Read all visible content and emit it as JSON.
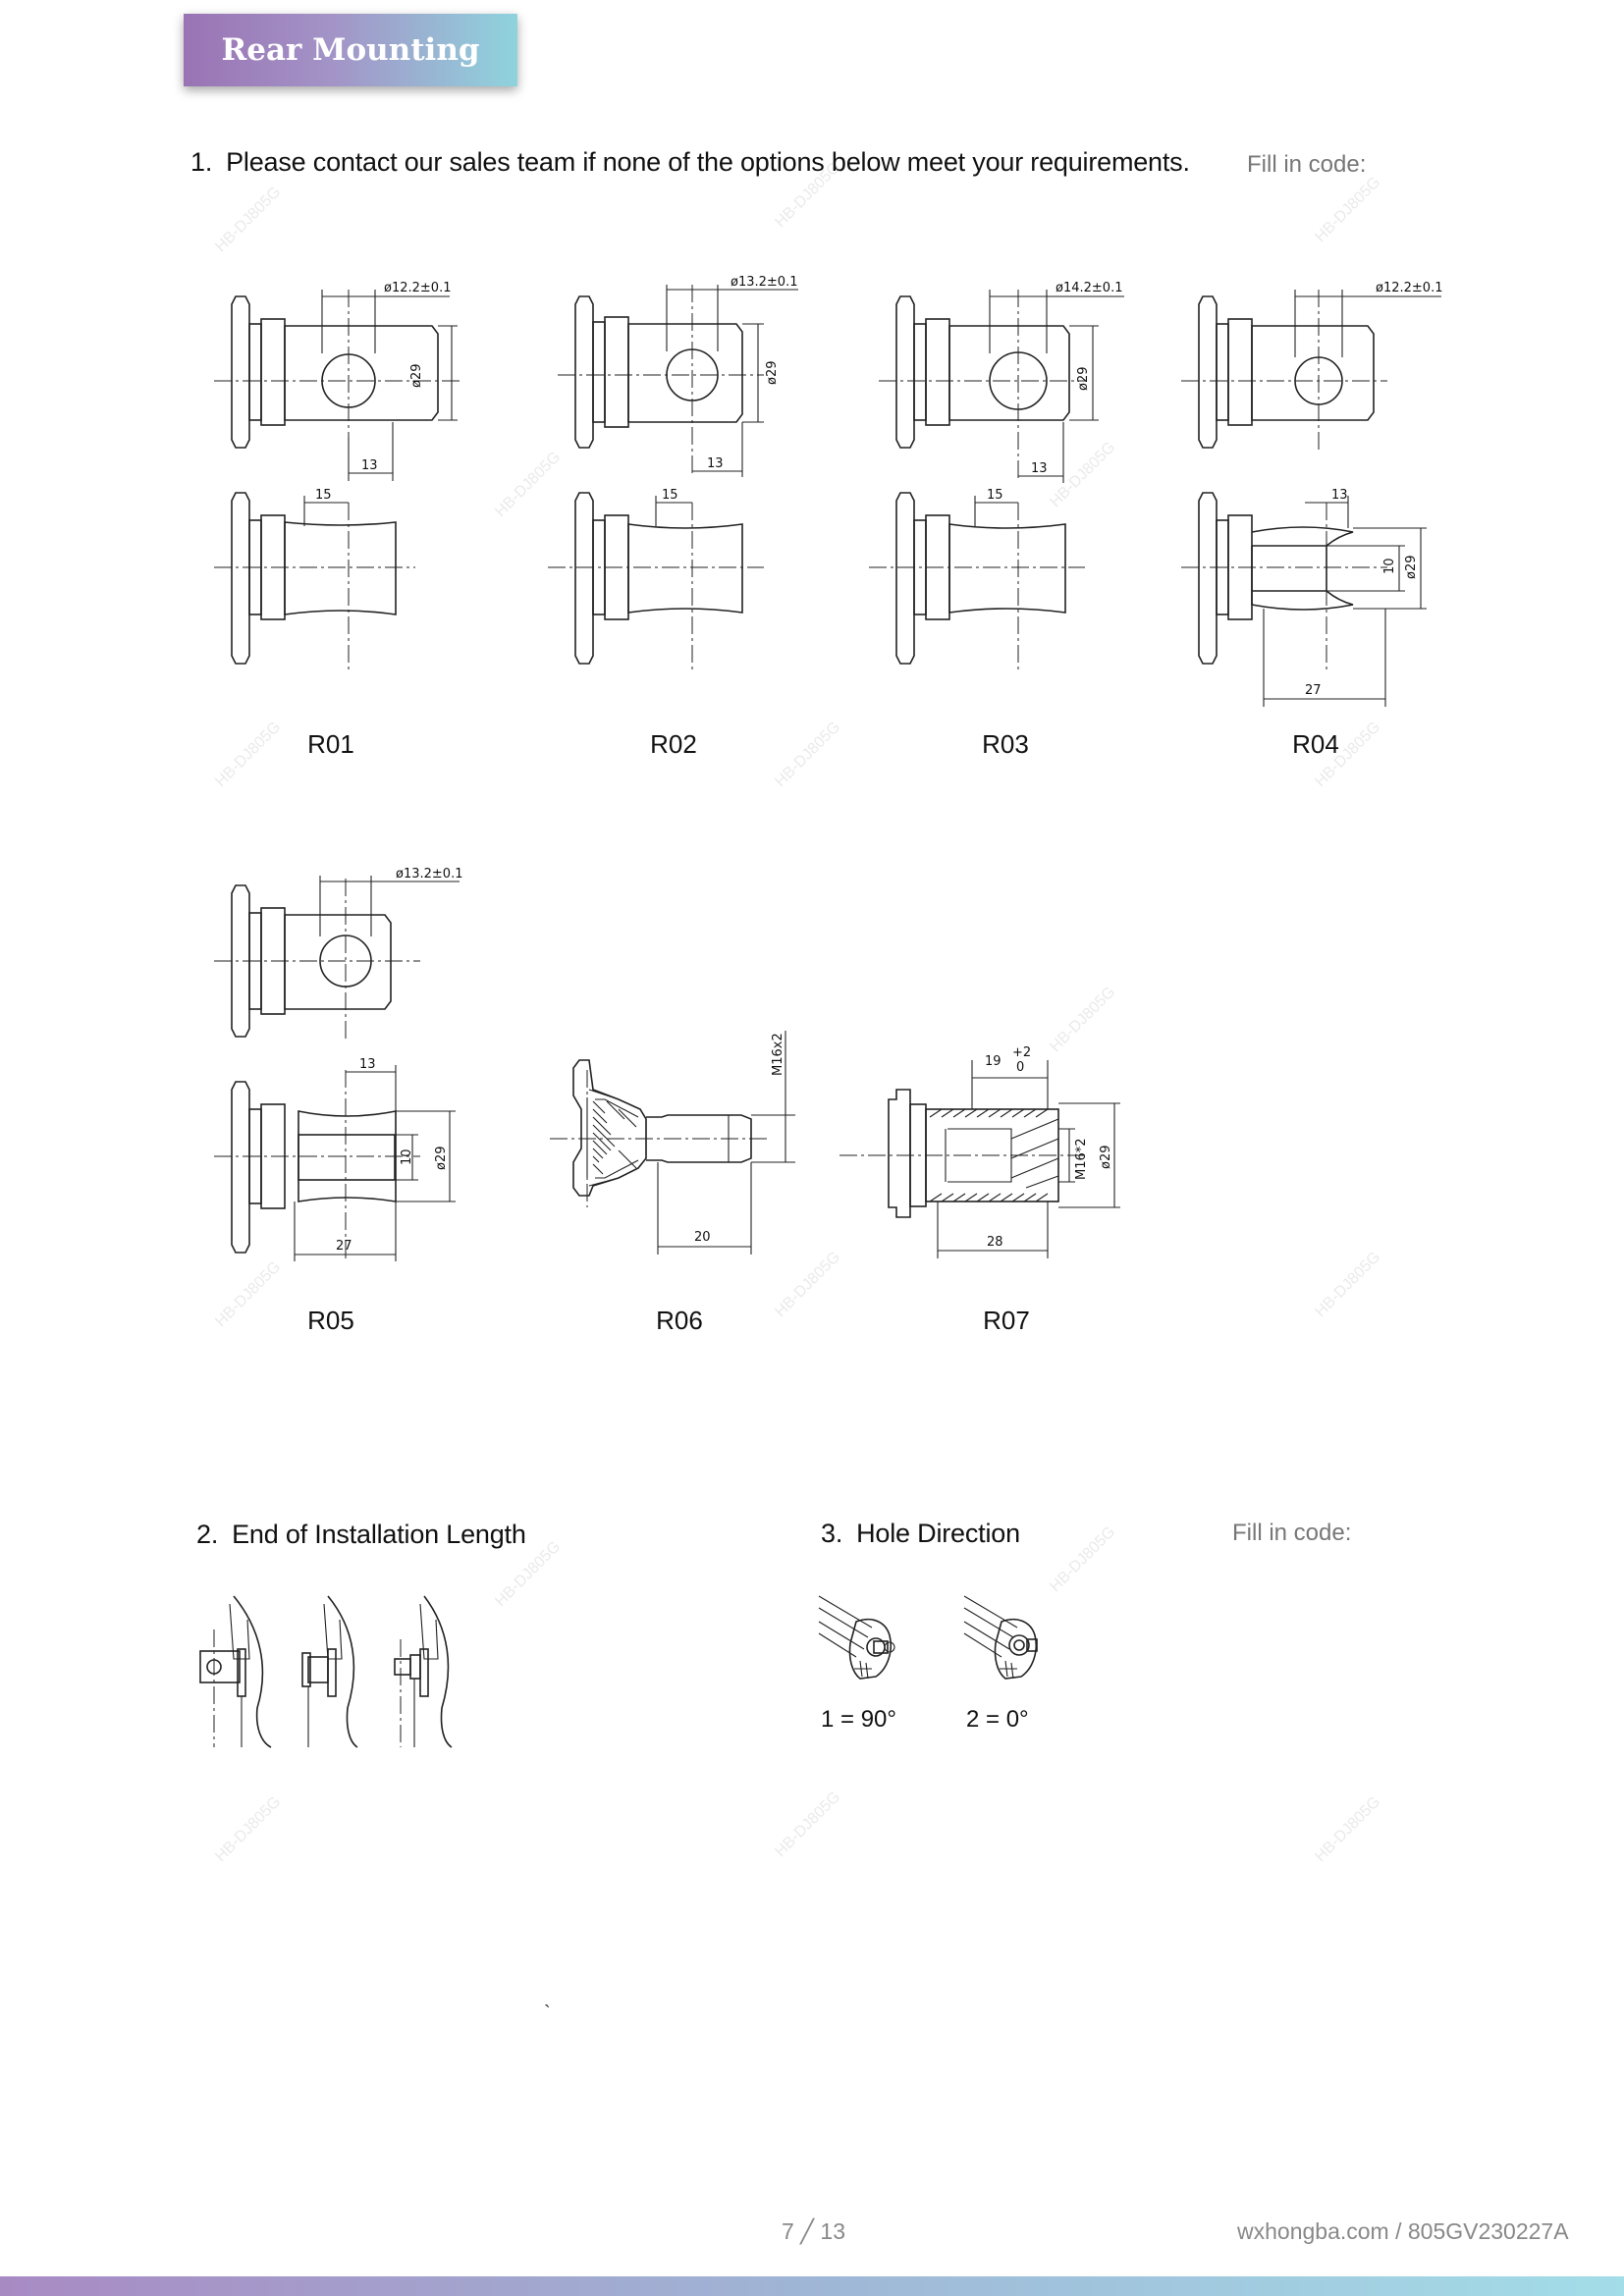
{
  "header": {
    "title": "Rear Mounting End"
  },
  "section1": {
    "number": "1.",
    "text": "Please contact our sales team if none of the options below meet your requirements.",
    "fill_code": "Fill in code:"
  },
  "options": [
    {
      "code": "R01",
      "hole": "ø12.2±0.1",
      "dia": "ø29",
      "offset": "13",
      "slot": "15"
    },
    {
      "code": "R02",
      "hole": "ø13.2±0.1",
      "dia": "ø29",
      "offset": "13",
      "slot": "15"
    },
    {
      "code": "R03",
      "hole": "ø14.2±0.1",
      "dia": "ø29",
      "offset": "13",
      "slot": "15"
    },
    {
      "code": "R04",
      "hole": "ø12.2±0.1",
      "slot": "13",
      "gap": "10",
      "dia": "ø29",
      "length": "27"
    },
    {
      "code": "R05",
      "hole": "ø13.2±0.1",
      "slot": "13",
      "gap": "10",
      "dia": "ø29",
      "length": "27"
    },
    {
      "code": "R06",
      "thread": "M16x2",
      "length": "20"
    },
    {
      "code": "R07",
      "depth": "19",
      "tol_upper": "+2",
      "tol_lower": "0",
      "thread": "M16*2",
      "dia": "ø29",
      "length": "28"
    }
  ],
  "section2": {
    "number": "2.",
    "text": "End of Installation Length"
  },
  "section3": {
    "number": "3.",
    "text": "Hole Direction",
    "fill_code": "Fill in code:",
    "options": [
      {
        "label": "1 = 90°"
      },
      {
        "label": "2 = 0°"
      }
    ]
  },
  "stray_mark": "`",
  "watermark": "HB-DJ805G",
  "footer": {
    "page": "7 ╱ 13",
    "reference": "wxhongba.com / 805GV230227A"
  }
}
